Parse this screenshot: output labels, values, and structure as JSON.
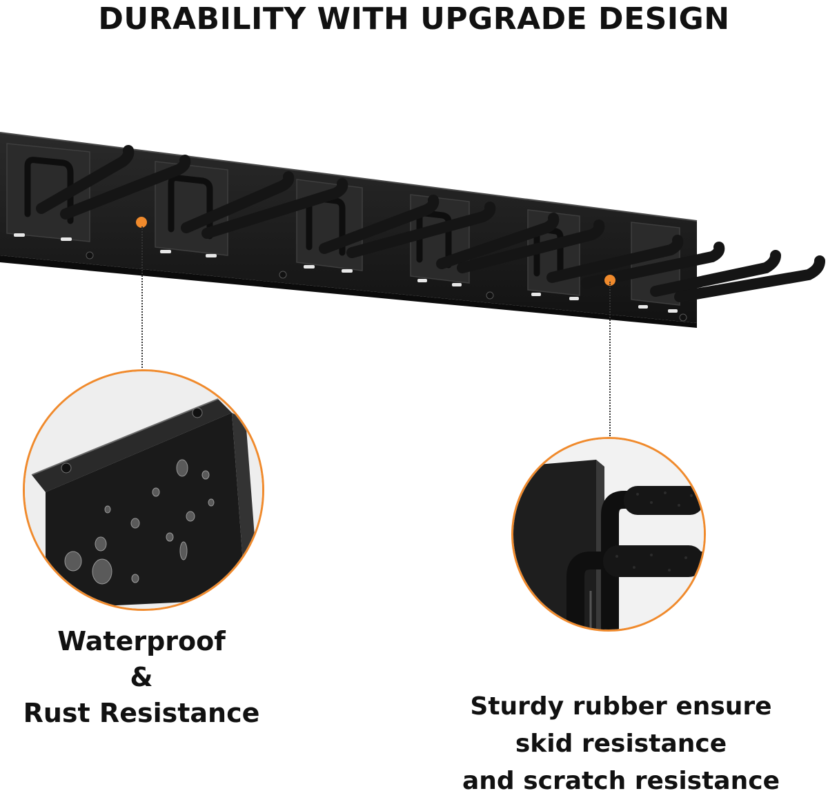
{
  "headline": "DURABILITY WITH UPGRADE DESIGN",
  "accent_color": "#f08a2c",
  "rack_color": "#1c1c1c",
  "left_callout": {
    "lines": [
      "Waterproof",
      "&",
      "Rust Resistance"
    ],
    "icon": "water-droplets-panel"
  },
  "right_callout": {
    "lines": [
      "Sturdy rubber ensure",
      "skid resistance",
      "and scratch resistance"
    ],
    "icon": "rubber-coated-hook"
  }
}
